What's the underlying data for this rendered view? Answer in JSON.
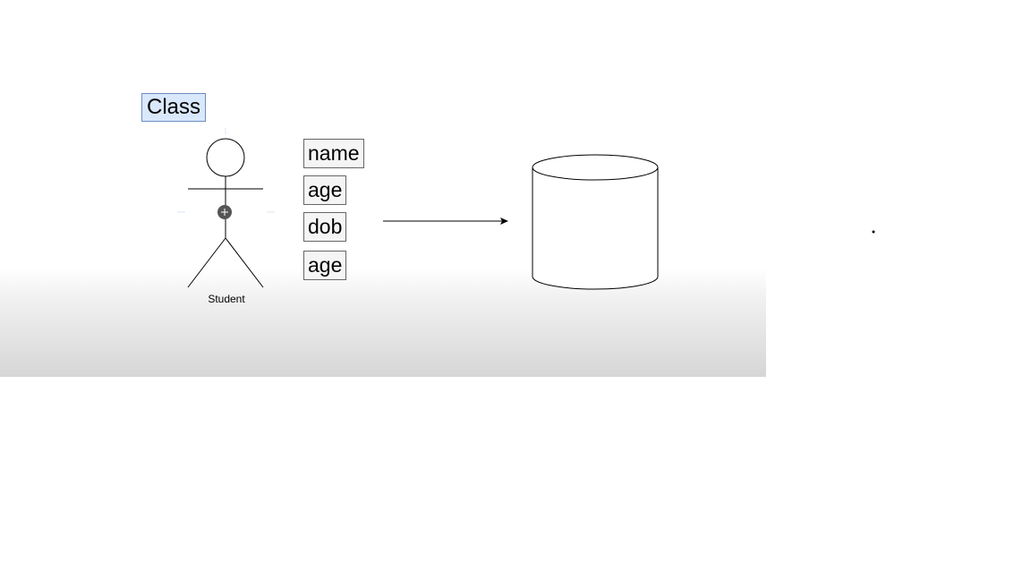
{
  "diagram": {
    "class_label": "Class",
    "actor": {
      "label": "Student"
    },
    "attributes": [
      "name",
      "age",
      "dob",
      "age"
    ]
  },
  "colors": {
    "class_fill": "#dae8fc",
    "class_border": "#6c8ebf",
    "attribute_fill": "#f5f5f5",
    "attribute_border": "#666666",
    "selection_handle": "#555555"
  }
}
